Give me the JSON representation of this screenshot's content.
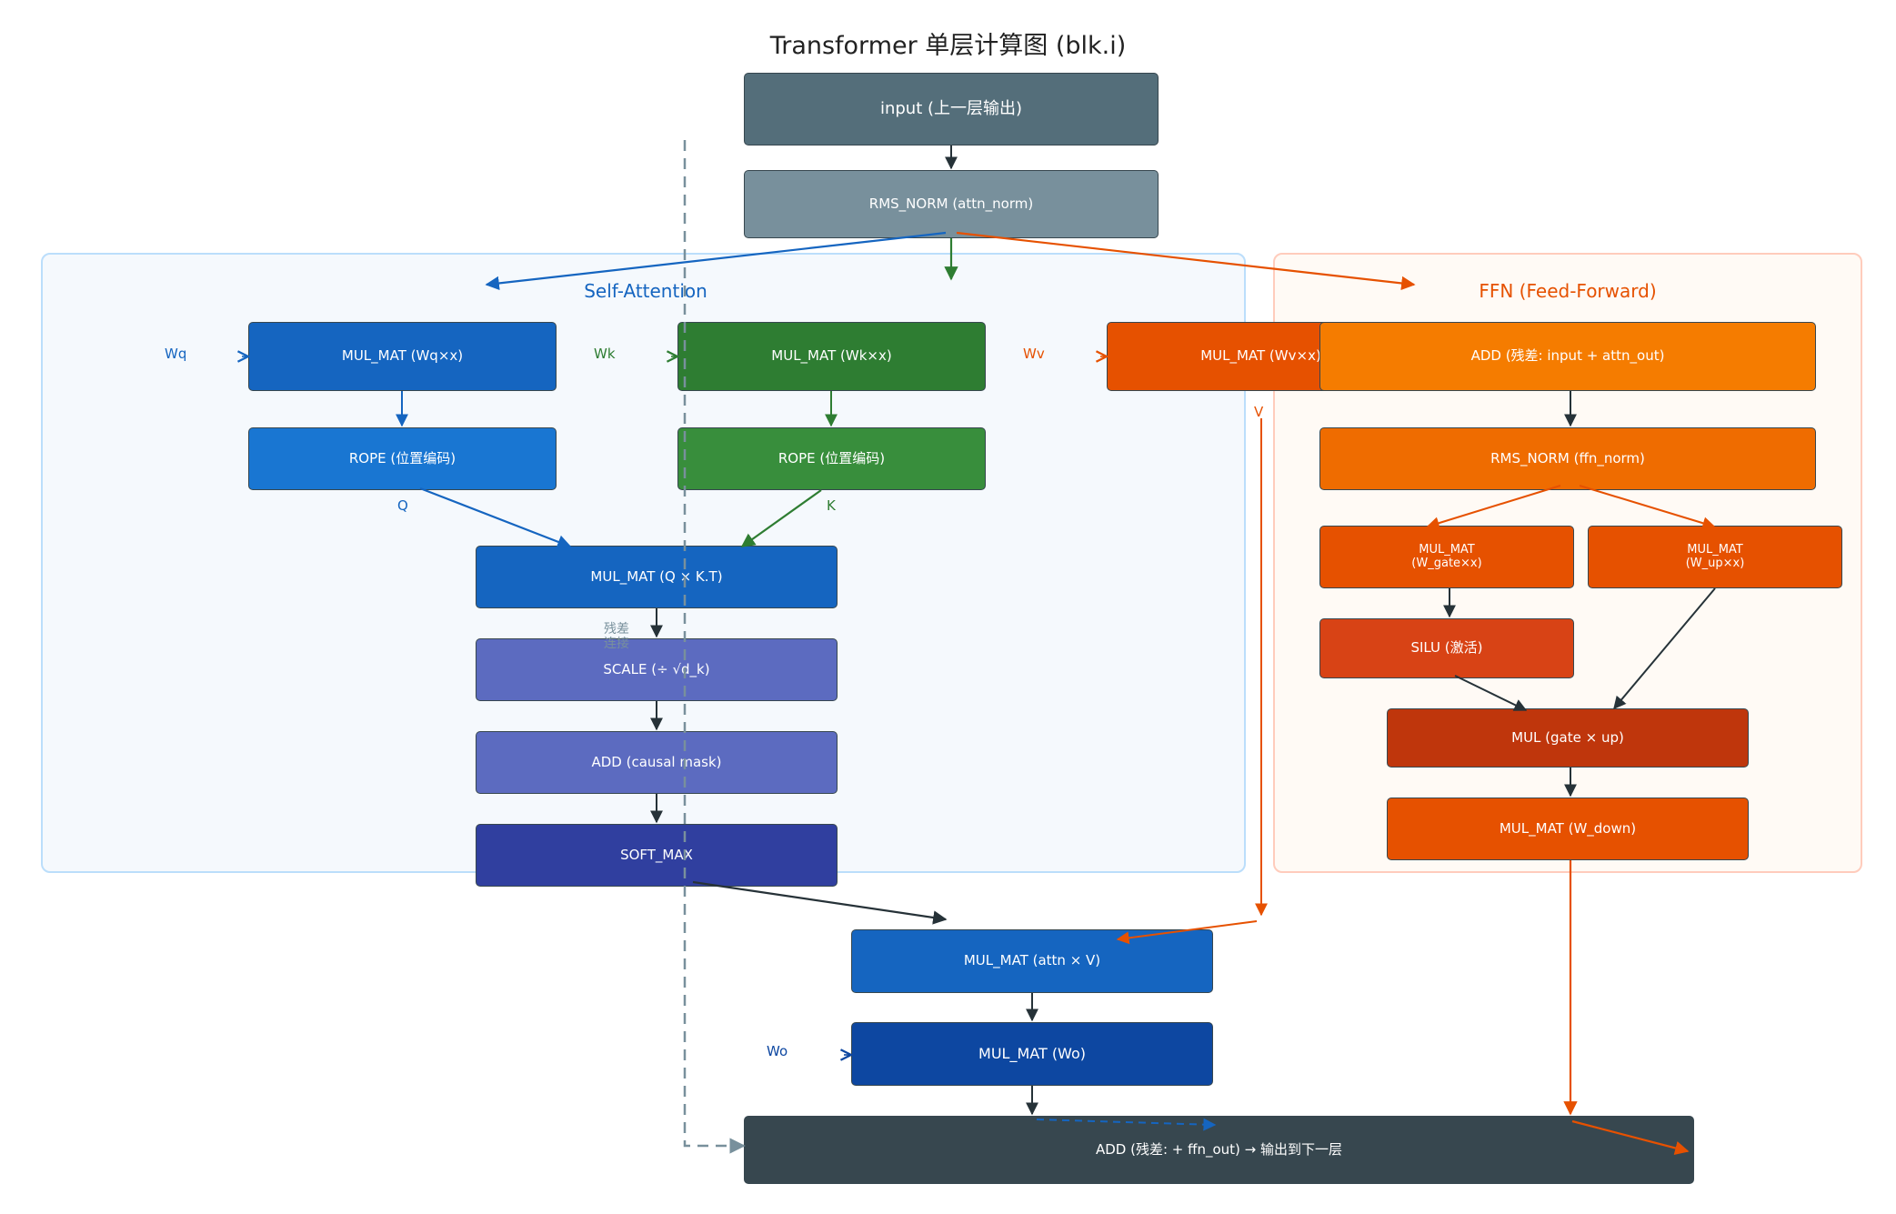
{
  "title": "Transformer 单层计算图 (blk.i)",
  "regions": {
    "attention": {
      "label": "Self-Attention",
      "color": "#1565c0"
    },
    "ffn": {
      "label": "FFN (Feed-Forward)",
      "color": "#e65100"
    }
  },
  "nodes": {
    "input": "input (上一层输出)",
    "attn_norm": "RMS_NORM (attn_norm)",
    "mul_q": "MUL_MAT (Wq×x)",
    "mul_k": "MUL_MAT (Wk×x)",
    "mul_v": "MUL_MAT (Wv×x)",
    "rope_q": "ROPE (位置编码)",
    "rope_k": "ROPE (位置编码)",
    "qk": "MUL_MAT (Q × K.T)",
    "scale": "SCALE (÷ √d_k)",
    "mask": "ADD (causal mask)",
    "softmax": "SOFT_MAX",
    "attn_v": "MUL_MAT (attn × V)",
    "wo": "MUL_MAT (Wo)",
    "add_attn": "ADD (残差: input + attn_out)",
    "ffn_norm": "RMS_NORM (ffn_norm)",
    "gate": "MUL_MAT\n(W_gate×x)",
    "up": "MUL_MAT\n(W_up×x)",
    "silu": "SILU (激活)",
    "mul_gate_up": "MUL (gate × up)",
    "down": "MUL_MAT (W_down)",
    "output": "ADD (残差: + ffn_out) → 输出到下一层"
  },
  "labels": {
    "wq": "Wq",
    "wk": "Wk",
    "wv": "Wv",
    "wo": "Wo",
    "q": "Q",
    "k": "K",
    "v": "V",
    "residual": "残差\n连接"
  },
  "colors": {
    "input": "#546e7a",
    "attn_norm": "#78909c",
    "q": "#1565c0",
    "rope_q": "#1976d2",
    "k": "#2e7d32",
    "rope_k": "#388e3c",
    "v": "#e65100",
    "scale": "#5c6bc0",
    "softmax": "#303f9f",
    "wo": "#0d47a1",
    "ffn_add": "#f57c00",
    "ffn_norm": "#ef6c00",
    "silu": "#d84315",
    "mul": "#bf360c",
    "output": "#37474f",
    "residual_line": "#78909c"
  }
}
